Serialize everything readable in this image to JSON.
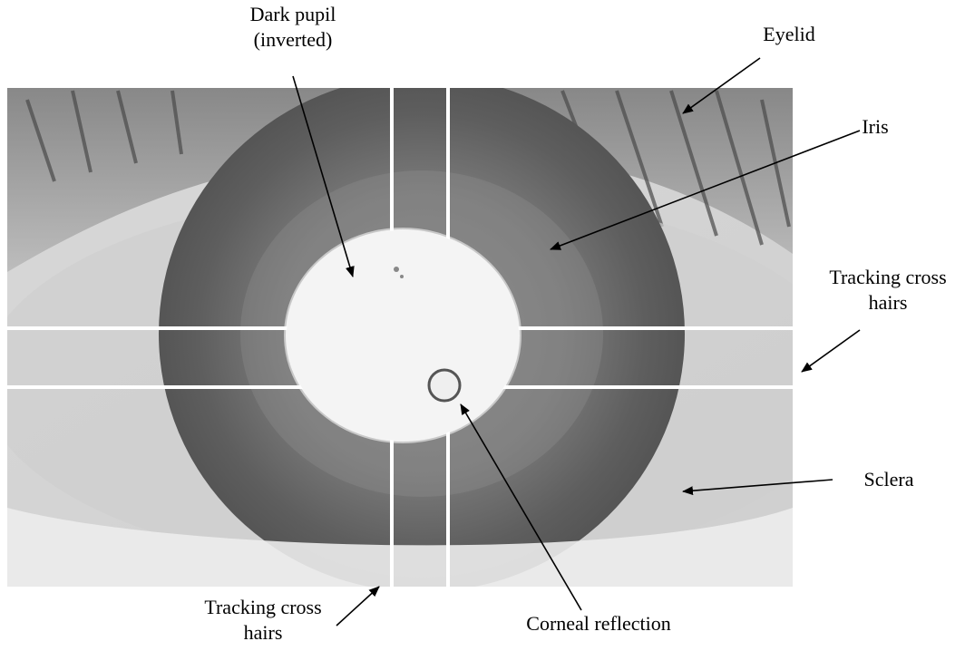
{
  "labels": {
    "dark_pupil_line1": "Dark pupil",
    "dark_pupil_line2": "(inverted)",
    "eyelid": "Eyelid",
    "iris": "Iris",
    "tracking_right_line1": "Tracking cross",
    "tracking_right_line2": "hairs",
    "sclera": "Sclera",
    "tracking_bottom_line1": "Tracking cross",
    "tracking_bottom_line2": "hairs",
    "corneal_reflection": "Corneal reflection"
  },
  "colors": {
    "background": "#ffffff",
    "text": "#000000",
    "crosshair": "#ffffff",
    "pupil": "#f4f4f4",
    "iris": "#6c6c6c",
    "sclera": "#d4d4d4"
  }
}
